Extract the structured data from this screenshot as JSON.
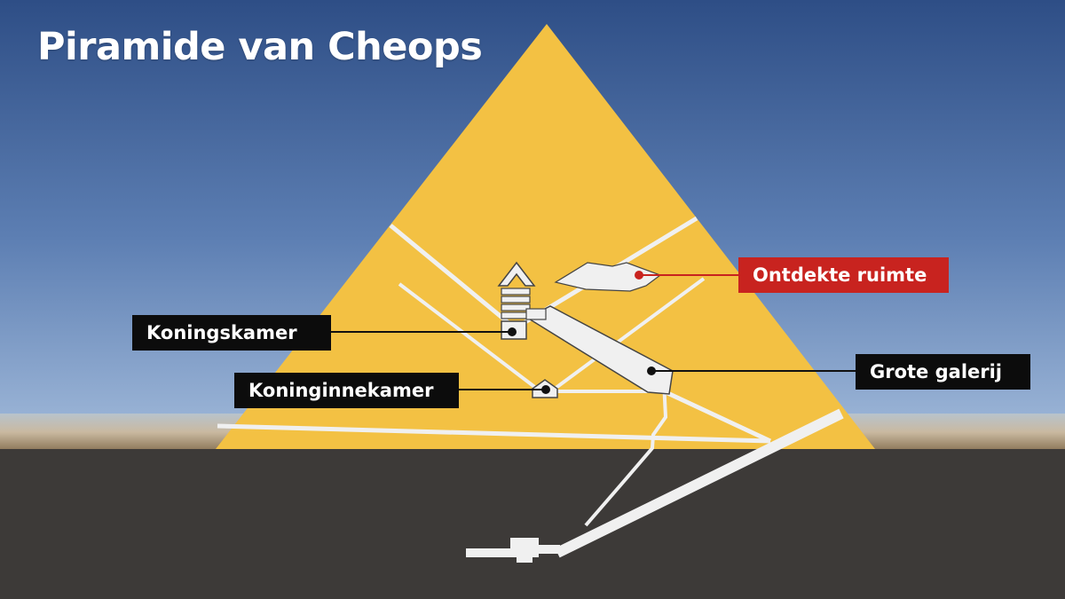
{
  "title": "Piramide van Cheops",
  "labels": {
    "koningskamer": "Koningskamer",
    "koninginnekamer": "Koninginnekamer",
    "grote_galerij": "Grote galerij",
    "ontdekte_ruimte": "Ontdekte ruimte"
  },
  "colors": {
    "sky_top": "#2e4e86",
    "sky_bottom": "#8aa6cf",
    "pyramid": "#f3c143",
    "ground": "#3d3a38",
    "passage": "#f0f0f0",
    "label_bg": "#0c0c0c",
    "highlight": "#c8231f"
  }
}
